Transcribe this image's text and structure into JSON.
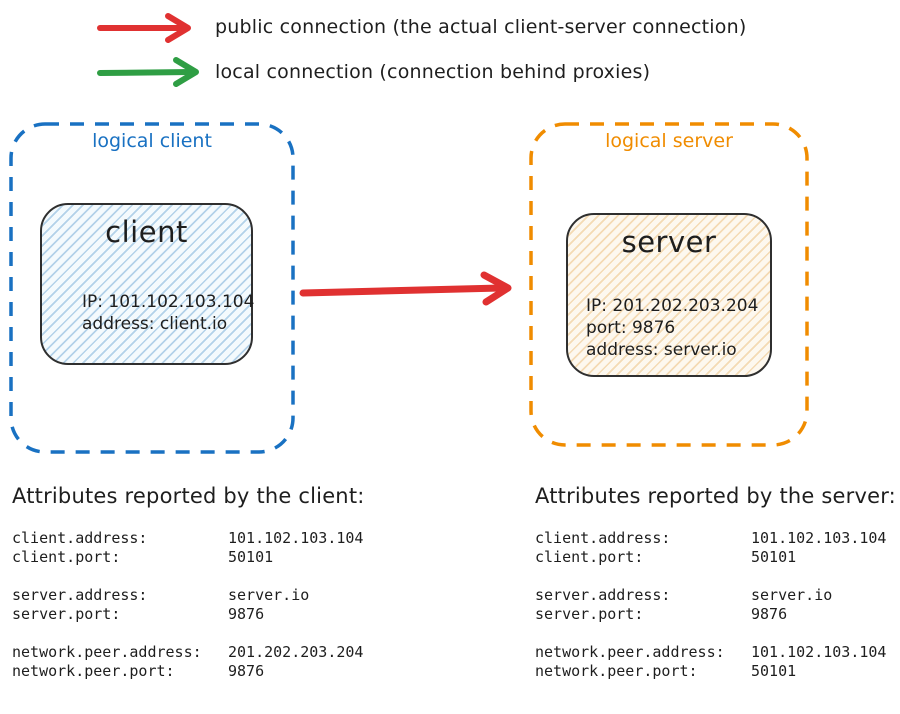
{
  "colors": {
    "red": "#e03131",
    "green": "#2f9e44",
    "blue": "#1971c2",
    "orange": "#f08c00",
    "ink": "#1e1e1e"
  },
  "legend": {
    "public": "public connection (the actual client-server connection)",
    "local": "local connection (connection behind proxies)"
  },
  "diagram": {
    "logical_client": {
      "label": "logical client",
      "node": {
        "title": "client",
        "line1": "IP: 101.102.103.104",
        "line2": "address: client.io"
      }
    },
    "logical_server": {
      "label": "logical server",
      "node": {
        "title": "server",
        "line1": "IP: 201.202.203.204",
        "line2": "port: 9876",
        "line3": "address: server.io"
      }
    }
  },
  "attributes": {
    "client": {
      "title": "Attributes reported by the client:",
      "groups": [
        [
          {
            "key": "client.address:",
            "value": "101.102.103.104"
          },
          {
            "key": "client.port:",
            "value": "50101"
          }
        ],
        [
          {
            "key": "server.address:",
            "value": "server.io"
          },
          {
            "key": "server.port:",
            "value": "9876"
          }
        ],
        [
          {
            "key": "network.peer.address:",
            "value": "201.202.203.204"
          },
          {
            "key": "network.peer.port:",
            "value": "9876"
          }
        ]
      ]
    },
    "server": {
      "title": "Attributes reported by the server:",
      "groups": [
        [
          {
            "key": "client.address:",
            "value": "101.102.103.104"
          },
          {
            "key": "client.port:",
            "value": "50101"
          }
        ],
        [
          {
            "key": "server.address:",
            "value": "server.io"
          },
          {
            "key": "server.port:",
            "value": "9876"
          }
        ],
        [
          {
            "key": "network.peer.address:",
            "value": "101.102.103.104"
          },
          {
            "key": "network.peer.port:",
            "value": "50101"
          }
        ]
      ]
    }
  }
}
